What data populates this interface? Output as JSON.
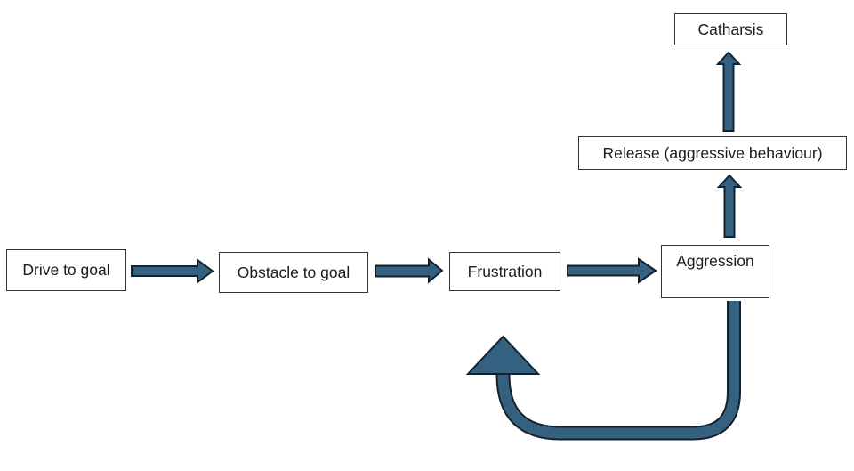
{
  "colors": {
    "background": "#ffffff",
    "arrow_fill": "#33617f",
    "arrow_outline": "#14212e",
    "box_border": "#333333",
    "box_fill": "#ffffff",
    "text": "#1c1c1c"
  },
  "nodes": [
    {
      "id": "drive-to-goal",
      "label": "Drive to goal"
    },
    {
      "id": "obstacle-to-goal",
      "label": "Obstacle to goal"
    },
    {
      "id": "frustration",
      "label": "Frustration"
    },
    {
      "id": "aggression",
      "label": "Aggression"
    },
    {
      "id": "release",
      "label": "Release (aggressive behaviour)"
    },
    {
      "id": "catharsis",
      "label": "Catharsis"
    }
  ],
  "edges": [
    {
      "from": "Drive to goal",
      "to": "Obstacle to goal",
      "type": "block-arrow-right"
    },
    {
      "from": "Obstacle to goal",
      "to": "Frustration",
      "type": "block-arrow-right"
    },
    {
      "from": "Frustration",
      "to": "Aggression",
      "type": "block-arrow-right"
    },
    {
      "from": "Aggression",
      "to": "Release (aggressive behaviour)",
      "type": "block-arrow-up"
    },
    {
      "from": "Release (aggressive behaviour)",
      "to": "Catharsis",
      "type": "block-arrow-up"
    },
    {
      "from": "Aggression",
      "to": "Frustration",
      "type": "u-turn-feedback-arrow"
    }
  ]
}
